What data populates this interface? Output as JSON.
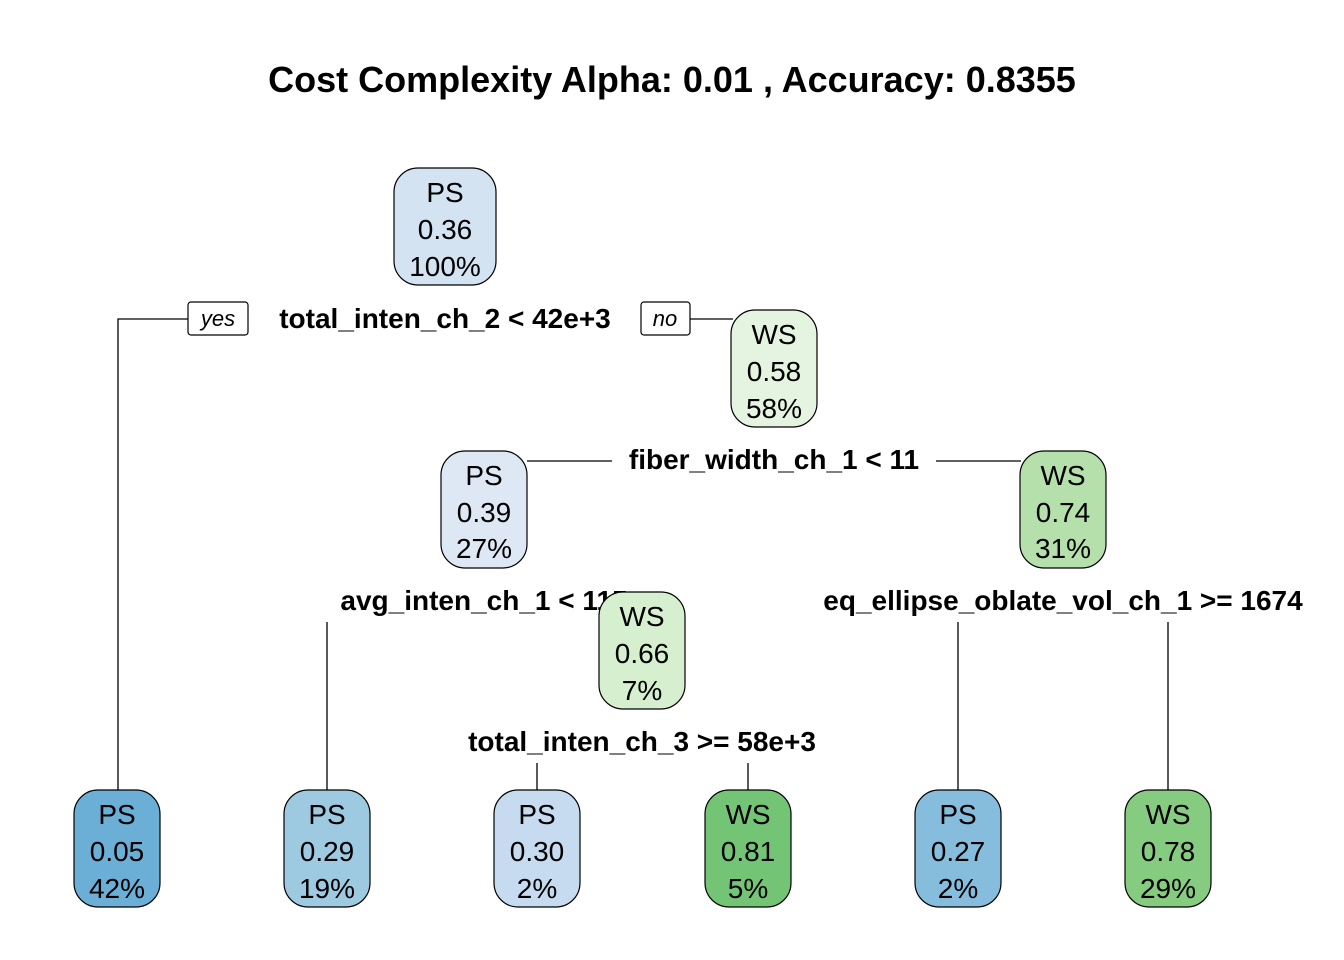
{
  "title": "Cost Complexity Alpha:  0.01 , Accuracy:  0.8355",
  "branch_labels": {
    "yes": "yes",
    "no": "no"
  },
  "class_colors": {
    "PS": [
      "#e3ecf6",
      "#d3e3f2",
      "#c6dbef",
      "#9ecae1",
      "#86bcdc",
      "#6baed6"
    ],
    "WS": [
      "#e5f4e0",
      "#d5efcf",
      "#c7e9c0",
      "#a1d99b",
      "#86cc80",
      "#74c476"
    ]
  },
  "nodes": {
    "root": {
      "cls": "PS",
      "prob": "0.36",
      "pct": "100%",
      "fill": "#d3e3f2"
    },
    "n2": {
      "cls": "WS",
      "prob": "0.58",
      "pct": "58%",
      "fill": "#e5f4e0"
    },
    "n3": {
      "cls": "PS",
      "prob": "0.39",
      "pct": "27%",
      "fill": "#dde8f4"
    },
    "n4": {
      "cls": "WS",
      "prob": "0.74",
      "pct": "31%",
      "fill": "#b5e0ac"
    },
    "n5": {
      "cls": "WS",
      "prob": "0.66",
      "pct": "7%",
      "fill": "#d5efcf"
    },
    "leaf1": {
      "cls": "PS",
      "prob": "0.05",
      "pct": "42%",
      "fill": "#6baed6"
    },
    "leaf2": {
      "cls": "PS",
      "prob": "0.29",
      "pct": "19%",
      "fill": "#9ecae1"
    },
    "leaf3": {
      "cls": "PS",
      "prob": "0.30",
      "pct": "2%",
      "fill": "#c6dbef"
    },
    "leaf4": {
      "cls": "WS",
      "prob": "0.81",
      "pct": "5%",
      "fill": "#74c476"
    },
    "leaf5": {
      "cls": "PS",
      "prob": "0.27",
      "pct": "2%",
      "fill": "#86bcdc"
    },
    "leaf6": {
      "cls": "WS",
      "prob": "0.78",
      "pct": "29%",
      "fill": "#86cc80"
    }
  },
  "splits": {
    "s_root": "total_inten_ch_2 < 42e+3",
    "s_n2": "fiber_width_ch_1 < 11",
    "s_n3": "avg_inten_ch_1 < 115",
    "s_n5": "total_inten_ch_3 >= 58e+3",
    "s_n4": "eq_ellipse_oblate_vol_ch_1 >= 1674"
  }
}
